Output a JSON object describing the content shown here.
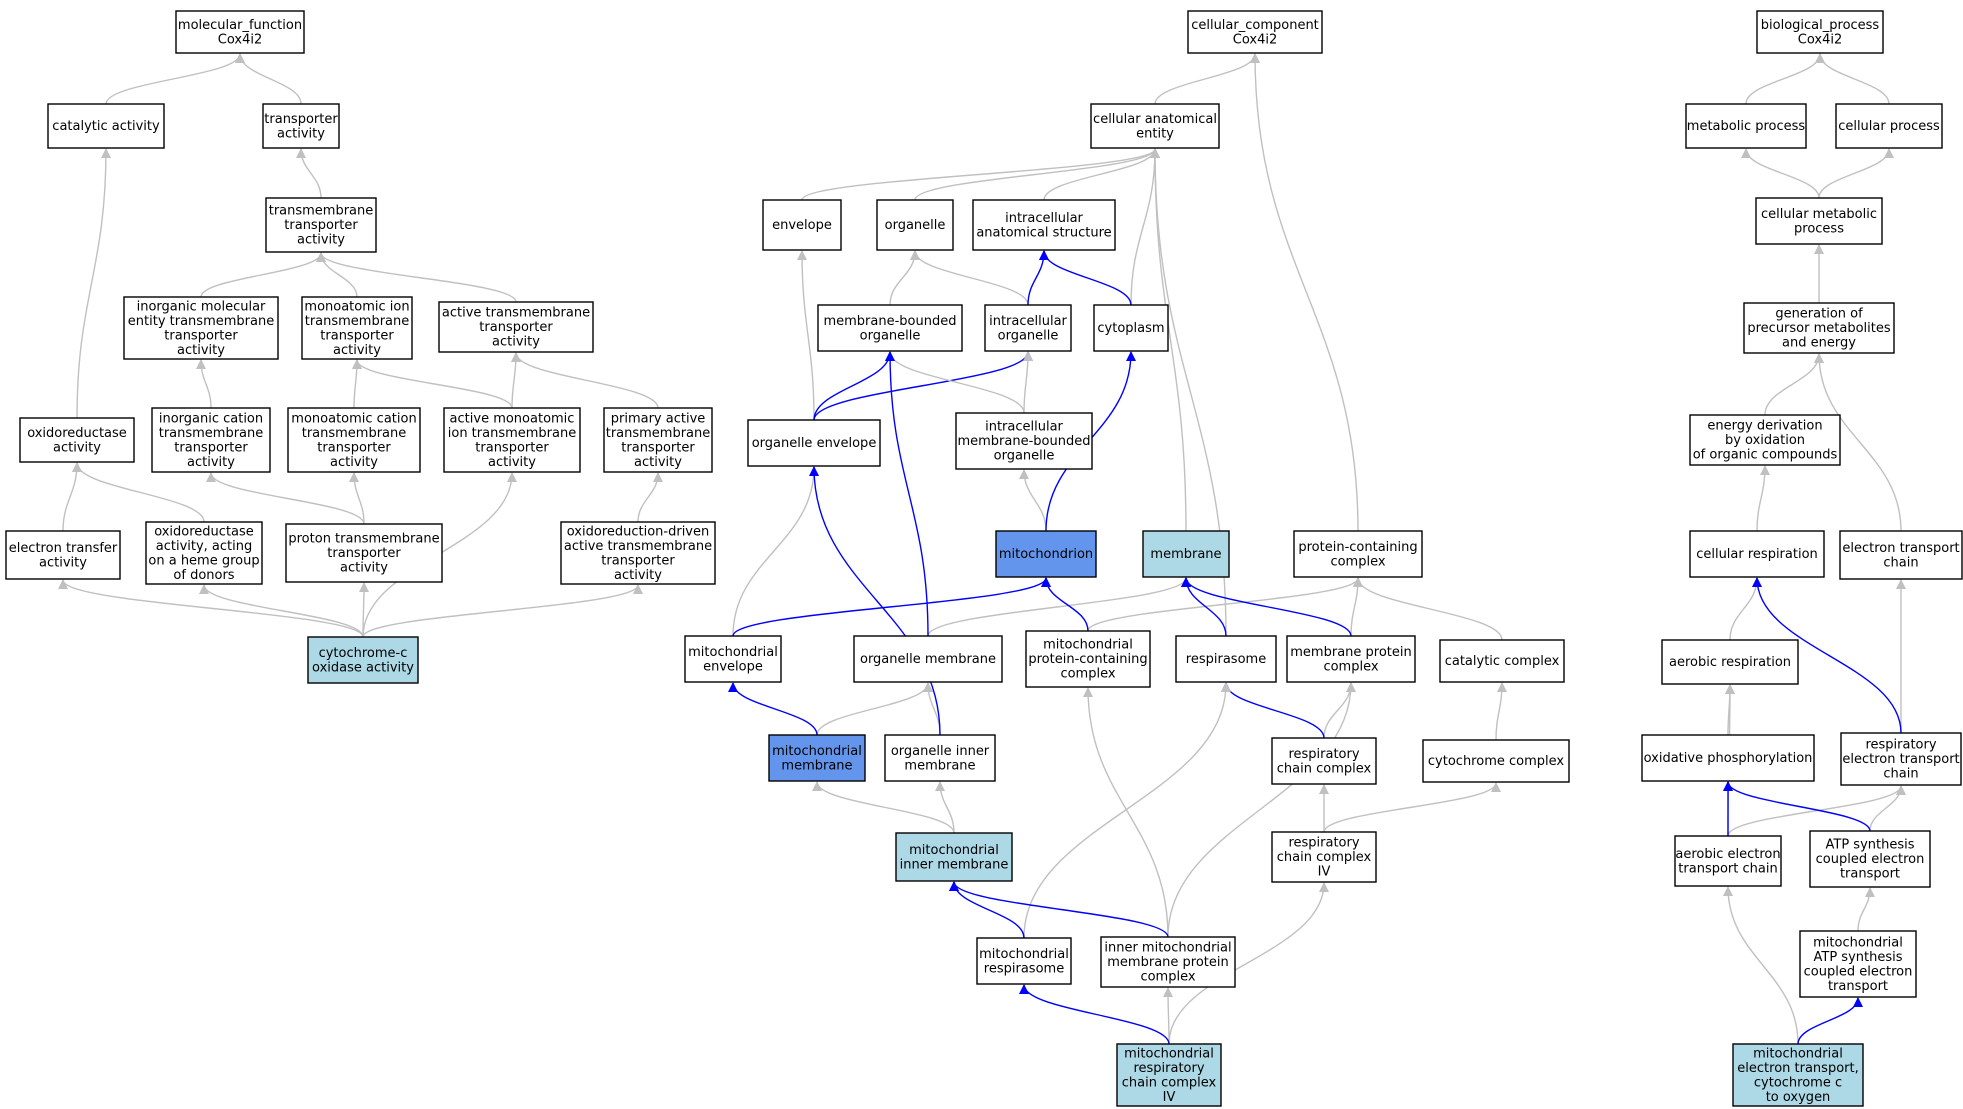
{
  "colors": {
    "default_fill": "#ffffff",
    "annotated_fill": "#add8e6",
    "focus_fill": "#6495ed",
    "is_a_edge": "#c0c0c0",
    "part_of_edge": "#0000ff"
  },
  "nodes": [
    {
      "id": "mf",
      "lines": [
        "molecular_function",
        "Cox4i2"
      ],
      "style": "default"
    },
    {
      "id": "catact",
      "lines": [
        "catalytic activity"
      ],
      "style": "default"
    },
    {
      "id": "transpact",
      "lines": [
        "transporter",
        "activity"
      ],
      "style": "default"
    },
    {
      "id": "tmtransp",
      "lines": [
        "transmembrane",
        "transporter",
        "activity"
      ],
      "style": "default"
    },
    {
      "id": "inorgmol",
      "lines": [
        "inorganic molecular",
        "entity transmembrane",
        "transporter",
        "activity"
      ],
      "style": "default"
    },
    {
      "id": "monoion",
      "lines": [
        "monoatomic ion",
        "transmembrane",
        "transporter",
        "activity"
      ],
      "style": "default"
    },
    {
      "id": "activetm",
      "lines": [
        "active transmembrane",
        "transporter",
        "activity"
      ],
      "style": "default"
    },
    {
      "id": "oxred",
      "lines": [
        "oxidoreductase",
        "activity"
      ],
      "style": "default"
    },
    {
      "id": "inorgcat",
      "lines": [
        "inorganic cation",
        "transmembrane",
        "transporter",
        "activity"
      ],
      "style": "default"
    },
    {
      "id": "monocat",
      "lines": [
        "monoatomic cation",
        "transmembrane",
        "transporter",
        "activity"
      ],
      "style": "default"
    },
    {
      "id": "activemono",
      "lines": [
        "active monoatomic",
        "ion transmembrane",
        "transporter",
        "activity"
      ],
      "style": "default"
    },
    {
      "id": "primact",
      "lines": [
        "primary active",
        "transmembrane",
        "transporter",
        "activity"
      ],
      "style": "default"
    },
    {
      "id": "etransfer",
      "lines": [
        "electron transfer",
        "activity"
      ],
      "style": "default"
    },
    {
      "id": "oxredheme",
      "lines": [
        "oxidoreductase",
        "activity, acting",
        "on a heme group",
        "of donors"
      ],
      "style": "default"
    },
    {
      "id": "protontm",
      "lines": [
        "proton transmembrane",
        "transporter",
        "activity"
      ],
      "style": "default"
    },
    {
      "id": "oxreddriven",
      "lines": [
        "oxidoreduction-driven",
        "active transmembrane",
        "transporter",
        "activity"
      ],
      "style": "default"
    },
    {
      "id": "cytcox",
      "lines": [
        "cytochrome-c",
        "oxidase activity"
      ],
      "style": "annotated"
    },
    {
      "id": "cc",
      "lines": [
        "cellular_component",
        "Cox4i2"
      ],
      "style": "default"
    },
    {
      "id": "cae",
      "lines": [
        "cellular anatomical",
        "entity"
      ],
      "style": "default"
    },
    {
      "id": "envelope",
      "lines": [
        "envelope"
      ],
      "style": "default"
    },
    {
      "id": "organelle",
      "lines": [
        "organelle"
      ],
      "style": "default"
    },
    {
      "id": "intracas",
      "lines": [
        "intracellular",
        "anatomical structure"
      ],
      "style": "default"
    },
    {
      "id": "membound",
      "lines": [
        "membrane-bounded",
        "organelle"
      ],
      "style": "default"
    },
    {
      "id": "intraorg",
      "lines": [
        "intracellular",
        "organelle"
      ],
      "style": "default"
    },
    {
      "id": "cytoplasm",
      "lines": [
        "cytoplasm"
      ],
      "style": "default"
    },
    {
      "id": "orgenv",
      "lines": [
        "organelle envelope"
      ],
      "style": "default"
    },
    {
      "id": "intramemb",
      "lines": [
        "intracellular",
        "membrane-bounded",
        "organelle"
      ],
      "style": "default"
    },
    {
      "id": "mito",
      "lines": [
        "mitochondrion"
      ],
      "style": "focus"
    },
    {
      "id": "membrane",
      "lines": [
        "membrane"
      ],
      "style": "annotated"
    },
    {
      "id": "protcont",
      "lines": [
        "protein-containing",
        "complex"
      ],
      "style": "default"
    },
    {
      "id": "mitoenv",
      "lines": [
        "mitochondrial",
        "envelope"
      ],
      "style": "default"
    },
    {
      "id": "orgmemb",
      "lines": [
        "organelle membrane"
      ],
      "style": "default"
    },
    {
      "id": "mitoprot",
      "lines": [
        "mitochondrial",
        "protein-containing",
        "complex"
      ],
      "style": "default"
    },
    {
      "id": "respirasome",
      "lines": [
        "respirasome"
      ],
      "style": "default"
    },
    {
      "id": "memprot",
      "lines": [
        "membrane protein",
        "complex"
      ],
      "style": "default"
    },
    {
      "id": "catcomplex",
      "lines": [
        "catalytic complex"
      ],
      "style": "default"
    },
    {
      "id": "mitomemb",
      "lines": [
        "mitochondrial",
        "membrane"
      ],
      "style": "focus"
    },
    {
      "id": "orginner",
      "lines": [
        "organelle inner",
        "membrane"
      ],
      "style": "default"
    },
    {
      "id": "respchain",
      "lines": [
        "respiratory",
        "chain complex"
      ],
      "style": "default"
    },
    {
      "id": "cytcomplex",
      "lines": [
        "cytochrome complex"
      ],
      "style": "default"
    },
    {
      "id": "mitoinner",
      "lines": [
        "mitochondrial",
        "inner membrane"
      ],
      "style": "annotated"
    },
    {
      "id": "respiv",
      "lines": [
        "respiratory",
        "chain complex",
        "IV"
      ],
      "style": "default"
    },
    {
      "id": "mitoresp",
      "lines": [
        "mitochondrial",
        "respirasome"
      ],
      "style": "default"
    },
    {
      "id": "innermitoprot",
      "lines": [
        "inner mitochondrial",
        "membrane protein",
        "complex"
      ],
      "style": "default"
    },
    {
      "id": "mitorespiv",
      "lines": [
        "mitochondrial",
        "respiratory",
        "chain complex",
        "IV"
      ],
      "style": "annotated"
    },
    {
      "id": "bp",
      "lines": [
        "biological_process",
        "Cox4i2"
      ],
      "style": "default"
    },
    {
      "id": "metab",
      "lines": [
        "metabolic process"
      ],
      "style": "default"
    },
    {
      "id": "cellproc",
      "lines": [
        "cellular process"
      ],
      "style": "default"
    },
    {
      "id": "cellmetab",
      "lines": [
        "cellular metabolic",
        "process"
      ],
      "style": "default"
    },
    {
      "id": "genprec",
      "lines": [
        "generation of",
        "precursor metabolites",
        "and energy"
      ],
      "style": "default"
    },
    {
      "id": "energyder",
      "lines": [
        "energy derivation",
        "by oxidation",
        "of organic compounds"
      ],
      "style": "default"
    },
    {
      "id": "cellresp",
      "lines": [
        "cellular respiration"
      ],
      "style": "default"
    },
    {
      "id": "etchain",
      "lines": [
        "electron transport",
        "chain"
      ],
      "style": "default"
    },
    {
      "id": "aerresp",
      "lines": [
        "aerobic respiration"
      ],
      "style": "default"
    },
    {
      "id": "oxphos",
      "lines": [
        "oxidative phosphorylation"
      ],
      "style": "default"
    },
    {
      "id": "respet",
      "lines": [
        "respiratory",
        "electron transport",
        "chain"
      ],
      "style": "default"
    },
    {
      "id": "aeret",
      "lines": [
        "aerobic electron",
        "transport chain"
      ],
      "style": "default"
    },
    {
      "id": "atpsynth",
      "lines": [
        "ATP synthesis",
        "coupled electron",
        "transport"
      ],
      "style": "default"
    },
    {
      "id": "mitoatp",
      "lines": [
        "mitochondrial",
        "ATP synthesis",
        "coupled electron",
        "transport"
      ],
      "style": "default"
    },
    {
      "id": "mitoet",
      "lines": [
        "mitochondrial",
        "electron transport,",
        "cytochrome c",
        "to oxygen"
      ],
      "style": "annotated"
    }
  ],
  "edges": [
    {
      "from": "catact",
      "to": "mf",
      "type": "is_a"
    },
    {
      "from": "transpact",
      "to": "mf",
      "type": "is_a"
    },
    {
      "from": "tmtransp",
      "to": "transpact",
      "type": "is_a"
    },
    {
      "from": "inorgmol",
      "to": "tmtransp",
      "type": "is_a"
    },
    {
      "from": "monoion",
      "to": "tmtransp",
      "type": "is_a"
    },
    {
      "from": "activetm",
      "to": "tmtransp",
      "type": "is_a"
    },
    {
      "from": "oxred",
      "to": "catact",
      "type": "is_a"
    },
    {
      "from": "inorgcat",
      "to": "inorgmol",
      "type": "is_a"
    },
    {
      "from": "monocat",
      "to": "monoion",
      "type": "is_a"
    },
    {
      "from": "activemono",
      "to": "monoion",
      "type": "is_a"
    },
    {
      "from": "activemono",
      "to": "activetm",
      "type": "is_a"
    },
    {
      "from": "primact",
      "to": "activetm",
      "type": "is_a"
    },
    {
      "from": "etransfer",
      "to": "oxred",
      "type": "is_a"
    },
    {
      "from": "oxredheme",
      "to": "oxred",
      "type": "is_a"
    },
    {
      "from": "protontm",
      "to": "inorgcat",
      "type": "is_a"
    },
    {
      "from": "protontm",
      "to": "monocat",
      "type": "is_a"
    },
    {
      "from": "oxreddriven",
      "to": "primact",
      "type": "is_a"
    },
    {
      "from": "cytcox",
      "to": "etransfer",
      "type": "is_a"
    },
    {
      "from": "cytcox",
      "to": "oxredheme",
      "type": "is_a"
    },
    {
      "from": "cytcox",
      "to": "protontm",
      "type": "is_a"
    },
    {
      "from": "cytcox",
      "to": "activemono",
      "type": "is_a"
    },
    {
      "from": "cytcox",
      "to": "oxreddriven",
      "type": "is_a"
    },
    {
      "from": "cae",
      "to": "cc",
      "type": "is_a"
    },
    {
      "from": "protcont",
      "to": "cc",
      "type": "is_a"
    },
    {
      "from": "envelope",
      "to": "cae",
      "type": "is_a"
    },
    {
      "from": "organelle",
      "to": "cae",
      "type": "is_a"
    },
    {
      "from": "intracas",
      "to": "cae",
      "type": "is_a"
    },
    {
      "from": "cytoplasm",
      "to": "cae",
      "type": "is_a"
    },
    {
      "from": "membrane",
      "to": "cae",
      "type": "is_a"
    },
    {
      "from": "respirasome",
      "to": "cae",
      "type": "is_a"
    },
    {
      "from": "membound",
      "to": "organelle",
      "type": "is_a"
    },
    {
      "from": "intraorg",
      "to": "organelle",
      "type": "is_a"
    },
    {
      "from": "intraorg",
      "to": "intracas",
      "type": "part_of"
    },
    {
      "from": "cytoplasm",
      "to": "intracas",
      "type": "part_of"
    },
    {
      "from": "orgenv",
      "to": "envelope",
      "type": "is_a"
    },
    {
      "from": "orgenv",
      "to": "membound",
      "type": "part_of"
    },
    {
      "from": "orgenv",
      "to": "intraorg",
      "type": "part_of"
    },
    {
      "from": "intramemb",
      "to": "membound",
      "type": "is_a"
    },
    {
      "from": "intramemb",
      "to": "intraorg",
      "type": "is_a"
    },
    {
      "from": "mito",
      "to": "intramemb",
      "type": "is_a"
    },
    {
      "from": "mito",
      "to": "cytoplasm",
      "type": "part_of"
    },
    {
      "from": "mitoenv",
      "to": "orgenv",
      "type": "is_a"
    },
    {
      "from": "mitoenv",
      "to": "mito",
      "type": "part_of"
    },
    {
      "from": "orgmemb",
      "to": "membrane",
      "type": "is_a"
    },
    {
      "from": "orgmemb",
      "to": "membound",
      "type": "part_of"
    },
    {
      "from": "mitoprot",
      "to": "protcont",
      "type": "is_a"
    },
    {
      "from": "mitoprot",
      "to": "mito",
      "type": "part_of"
    },
    {
      "from": "respirasome",
      "to": "membrane",
      "type": "part_of"
    },
    {
      "from": "memprot",
      "to": "protcont",
      "type": "is_a"
    },
    {
      "from": "memprot",
      "to": "membrane",
      "type": "part_of"
    },
    {
      "from": "catcomplex",
      "to": "protcont",
      "type": "is_a"
    },
    {
      "from": "mitomemb",
      "to": "orgmemb",
      "type": "is_a"
    },
    {
      "from": "mitomemb",
      "to": "mitoenv",
      "type": "part_of"
    },
    {
      "from": "orginner",
      "to": "orgmemb",
      "type": "is_a"
    },
    {
      "from": "orginner",
      "to": "orgenv",
      "type": "part_of"
    },
    {
      "from": "respchain",
      "to": "memprot",
      "type": "is_a"
    },
    {
      "from": "respchain",
      "to": "respirasome",
      "type": "part_of"
    },
    {
      "from": "cytcomplex",
      "to": "catcomplex",
      "type": "is_a"
    },
    {
      "from": "mitoinner",
      "to": "mitomemb",
      "type": "is_a"
    },
    {
      "from": "mitoinner",
      "to": "orginner",
      "type": "is_a"
    },
    {
      "from": "respiv",
      "to": "respchain",
      "type": "is_a"
    },
    {
      "from": "respiv",
      "to": "cytcomplex",
      "type": "is_a"
    },
    {
      "from": "mitoresp",
      "to": "respirasome",
      "type": "is_a"
    },
    {
      "from": "mitoresp",
      "to": "mitoinner",
      "type": "part_of"
    },
    {
      "from": "innermitoprot",
      "to": "mitoprot",
      "type": "is_a"
    },
    {
      "from": "innermitoprot",
      "to": "memprot",
      "type": "is_a"
    },
    {
      "from": "innermitoprot",
      "to": "mitoinner",
      "type": "part_of"
    },
    {
      "from": "mitorespiv",
      "to": "respiv",
      "type": "is_a"
    },
    {
      "from": "mitorespiv",
      "to": "innermitoprot",
      "type": "is_a"
    },
    {
      "from": "mitorespiv",
      "to": "mitoresp",
      "type": "part_of"
    },
    {
      "from": "metab",
      "to": "bp",
      "type": "is_a"
    },
    {
      "from": "cellproc",
      "to": "bp",
      "type": "is_a"
    },
    {
      "from": "cellmetab",
      "to": "metab",
      "type": "is_a"
    },
    {
      "from": "cellmetab",
      "to": "cellproc",
      "type": "is_a"
    },
    {
      "from": "genprec",
      "to": "cellmetab",
      "type": "is_a"
    },
    {
      "from": "energyder",
      "to": "genprec",
      "type": "is_a"
    },
    {
      "from": "etchain",
      "to": "genprec",
      "type": "is_a"
    },
    {
      "from": "cellresp",
      "to": "energyder",
      "type": "is_a"
    },
    {
      "from": "aerresp",
      "to": "cellresp",
      "type": "is_a"
    },
    {
      "from": "oxphos",
      "to": "aerresp",
      "type": "is_a"
    },
    {
      "from": "respet",
      "to": "etchain",
      "type": "is_a"
    },
    {
      "from": "respet",
      "to": "cellresp",
      "type": "part_of"
    },
    {
      "from": "aeret",
      "to": "aerresp",
      "type": "is_a"
    },
    {
      "from": "aeret",
      "to": "respet",
      "type": "is_a"
    },
    {
      "from": "aeret",
      "to": "oxphos",
      "type": "part_of"
    },
    {
      "from": "atpsynth",
      "to": "respet",
      "type": "is_a"
    },
    {
      "from": "atpsynth",
      "to": "oxphos",
      "type": "part_of"
    },
    {
      "from": "mitoatp",
      "to": "atpsynth",
      "type": "is_a"
    },
    {
      "from": "mitoet",
      "to": "aeret",
      "type": "is_a"
    },
    {
      "from": "mitoet",
      "to": "mitoatp",
      "type": "part_of"
    }
  ]
}
